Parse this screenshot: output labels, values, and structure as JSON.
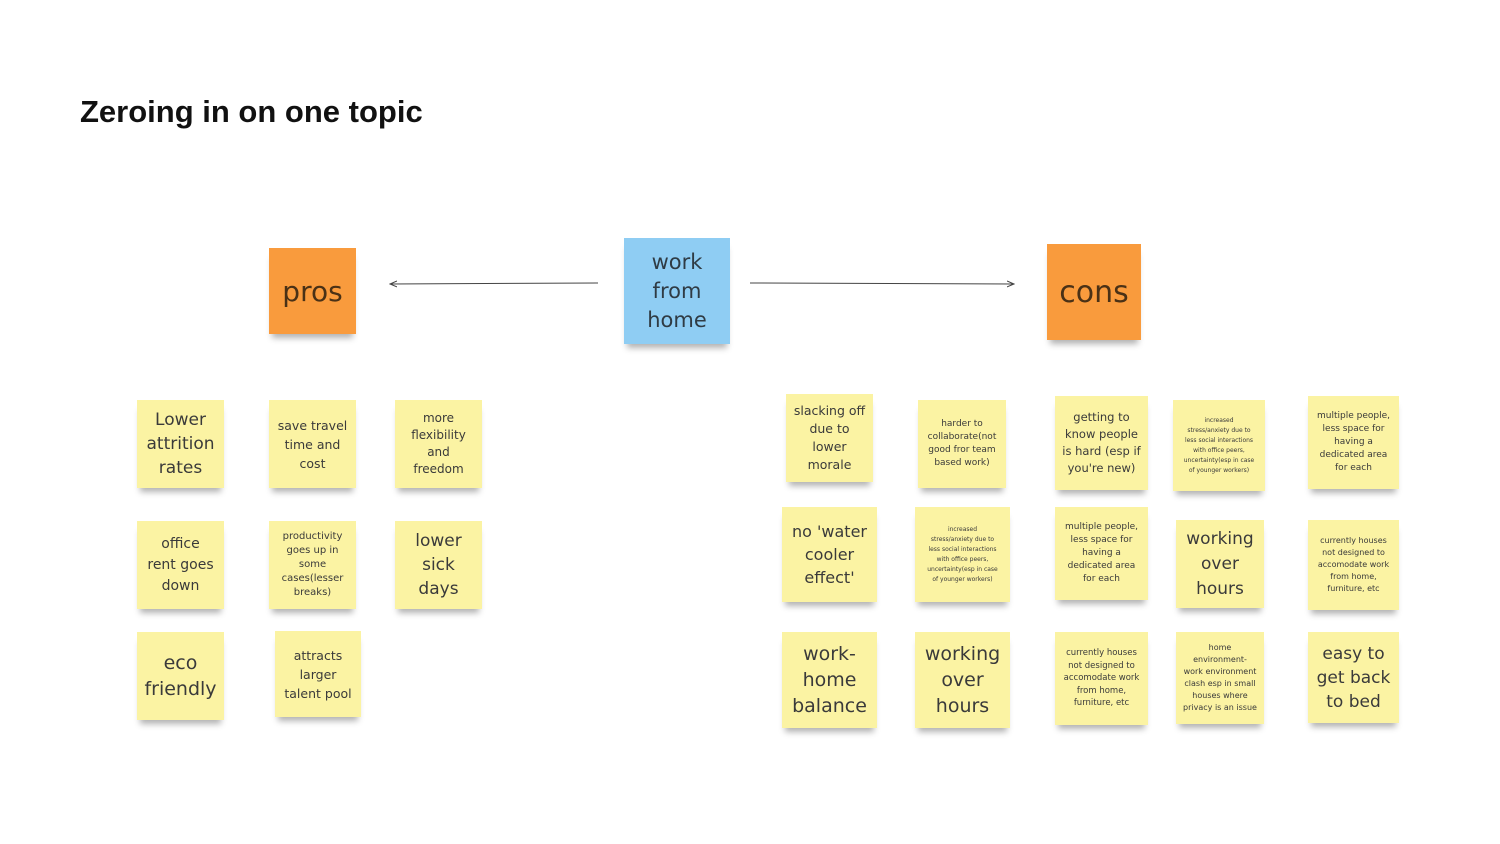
{
  "title": "Zeroing in on one topic",
  "colors": {
    "note_yellow": "#fbf3a3",
    "header_orange": "#f99b3d",
    "center_blue": "#8fcdf3",
    "arrow": "#444444"
  },
  "center": {
    "text": "work\nfrom\nhome"
  },
  "pros": {
    "header": "pros",
    "notes": [
      "Lower\nattrition\nrates",
      "save travel\ntime and\ncost",
      "more\nflexibility\nand\nfreedom",
      "office\nrent goes\ndown",
      "productivity\ngoes up in\nsome\ncases(lesser\nbreaks)",
      "lower\nsick\ndays",
      "eco\nfriendly",
      "attracts\nlarger\ntalent pool"
    ]
  },
  "cons": {
    "header": "cons",
    "notes": [
      "slacking off\ndue to\nlower\nmorale",
      "harder to\ncollaborate(not\ngood fror team\nbased work)",
      "getting to\nknow people\nis hard (esp if\nyou're new)",
      "increased\nstress/anxiety due to\nless social interactions\nwith office peers,\nuncertainty(esp in case\nof younger workers)",
      "multiple people,\nless space for\nhaving a\ndedicated area\nfor each",
      "no 'water\ncooler\neffect'",
      "increased\nstress/anxiety due to\nless social interactions\nwith office peers,\nuncertainty(esp in case\nof younger workers)",
      "multiple people,\nless space for\nhaving a\ndedicated area\nfor each",
      "working\nover\nhours",
      "currently houses\nnot designed to\naccomodate work\nfrom home,\nfurniture, etc",
      "work-\nhome\nbalance",
      "working\nover\nhours",
      "currently houses\nnot designed to\naccomodate work\nfrom home,\nfurniture, etc",
      "home\nenvironment-\nwork environment\nclash esp in small\nhouses where\nprivacy is an issue",
      "easy to\nget back\nto bed"
    ]
  }
}
